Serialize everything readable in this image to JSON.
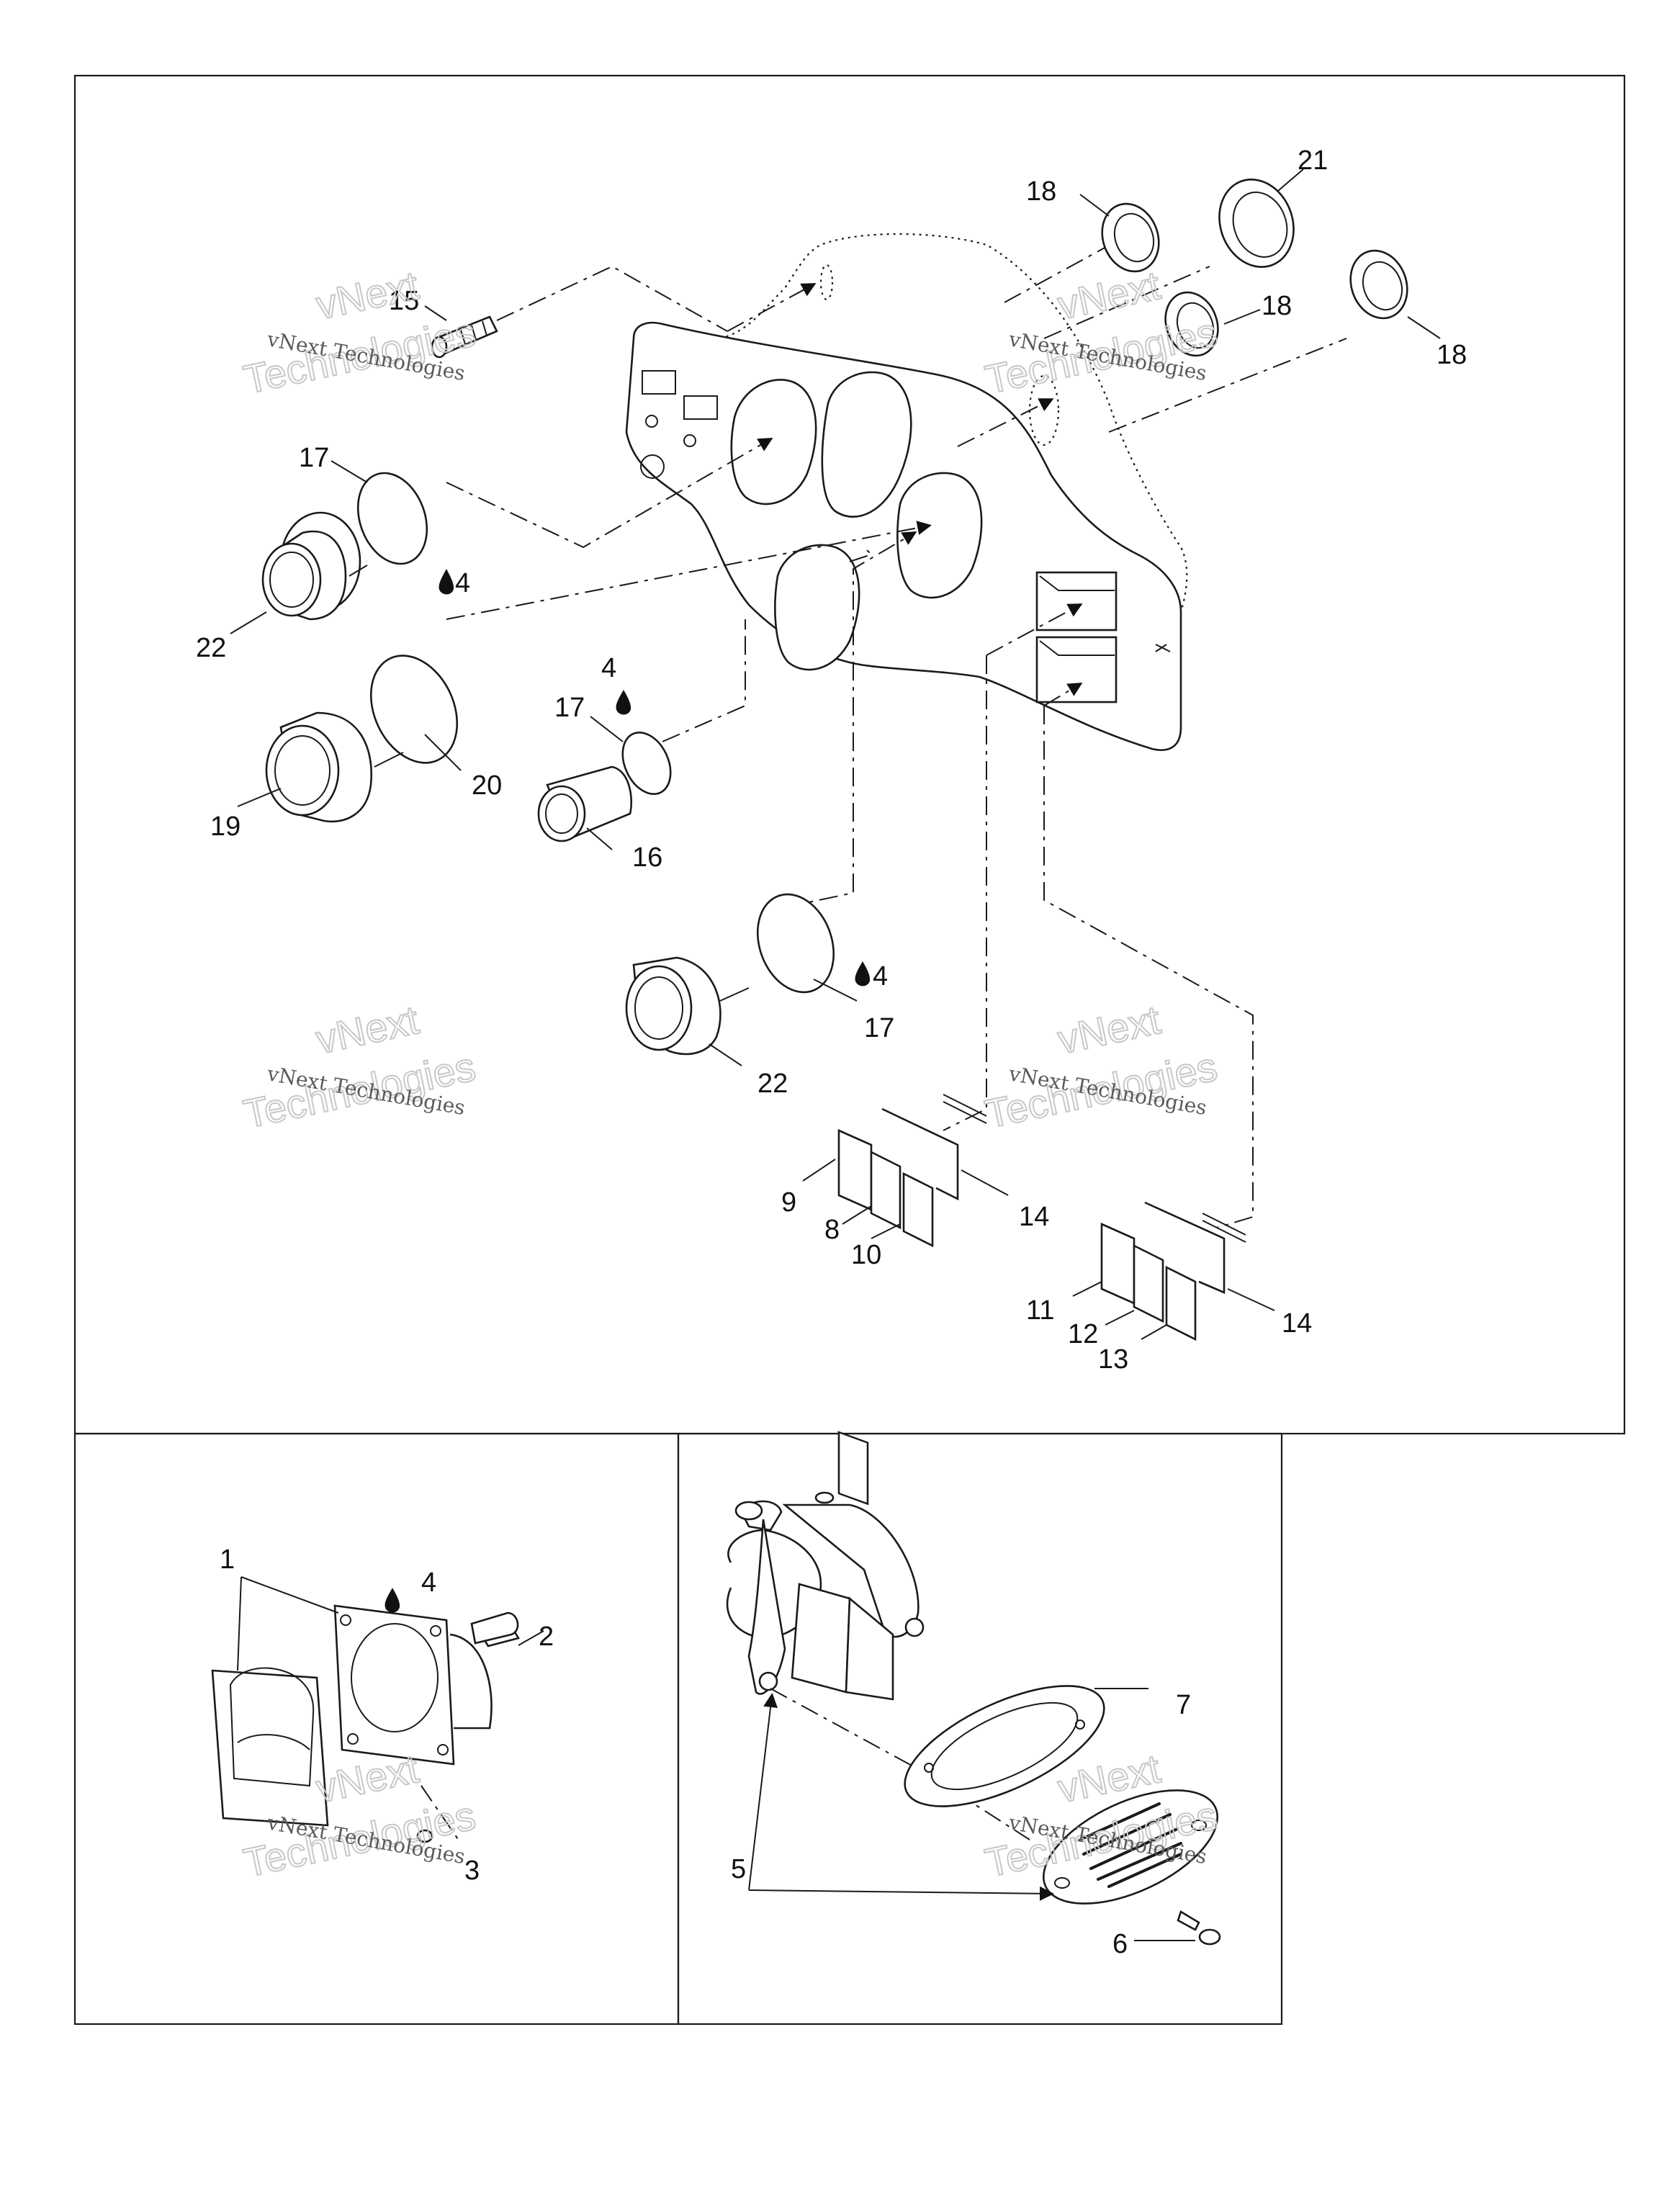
{
  "watermark": {
    "line_main": "vNext Technologies",
    "line_outline_1": "vNext",
    "line_outline_2": "Technologies"
  },
  "callouts": {
    "c1": "1",
    "c2": "2",
    "c3": "3",
    "c4": "4",
    "c5": "5",
    "c6": "6",
    "c7": "7",
    "c8": "8",
    "c9": "9",
    "c10": "10",
    "c11": "11",
    "c12": "12",
    "c13": "13",
    "c14": "14",
    "c15": "15",
    "c16": "16",
    "c17": "17",
    "c18": "18",
    "c19": "19",
    "c20": "20",
    "c21": "21",
    "c22": "22"
  }
}
